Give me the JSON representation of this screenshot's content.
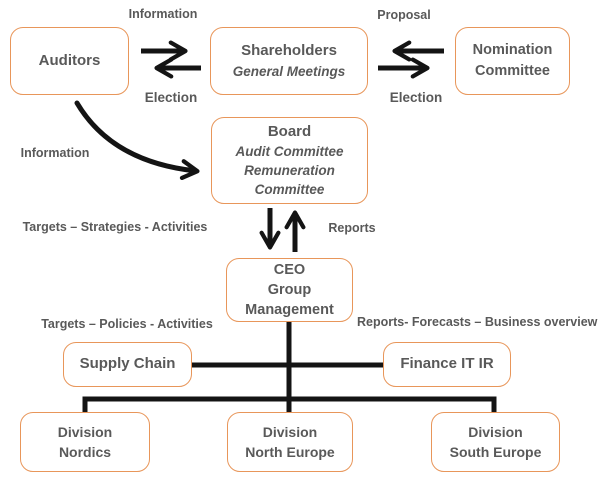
{
  "colors": {
    "box_border": "#e8965a",
    "text": "#595959",
    "arrow": "#141414",
    "background": "#ffffff"
  },
  "boxes": {
    "auditors": {
      "title": "Auditors"
    },
    "shareholders": {
      "title": "Shareholders",
      "subtitle": "General Meetings"
    },
    "nomination": {
      "text": "Nomination\nCommittee"
    },
    "board": {
      "title": "Board",
      "committees": "Audit Committee\nRemuneration\nCommittee"
    },
    "ceo": {
      "text": "CEO\nGroup\nManagement"
    },
    "supply_chain": {
      "title": "Supply Chain"
    },
    "finance": {
      "title": "Finance IT IR"
    },
    "division_nordics": {
      "text": "Division\nNordics"
    },
    "division_north_europe": {
      "text": "Division\nNorth Europe"
    },
    "division_south_europe": {
      "text": "Division\nSouth Europe"
    }
  },
  "labels": {
    "information_top": "Information",
    "proposal": "Proposal",
    "election_left": "Election",
    "election_right": "Election",
    "information_left": "Information",
    "targets_strategies": "Targets – Strategies - Activities",
    "reports": "Reports",
    "targets_policies": "Targets – Policies - Activities",
    "reports_forecasts": "Reports- Forecasts – Business overview"
  }
}
